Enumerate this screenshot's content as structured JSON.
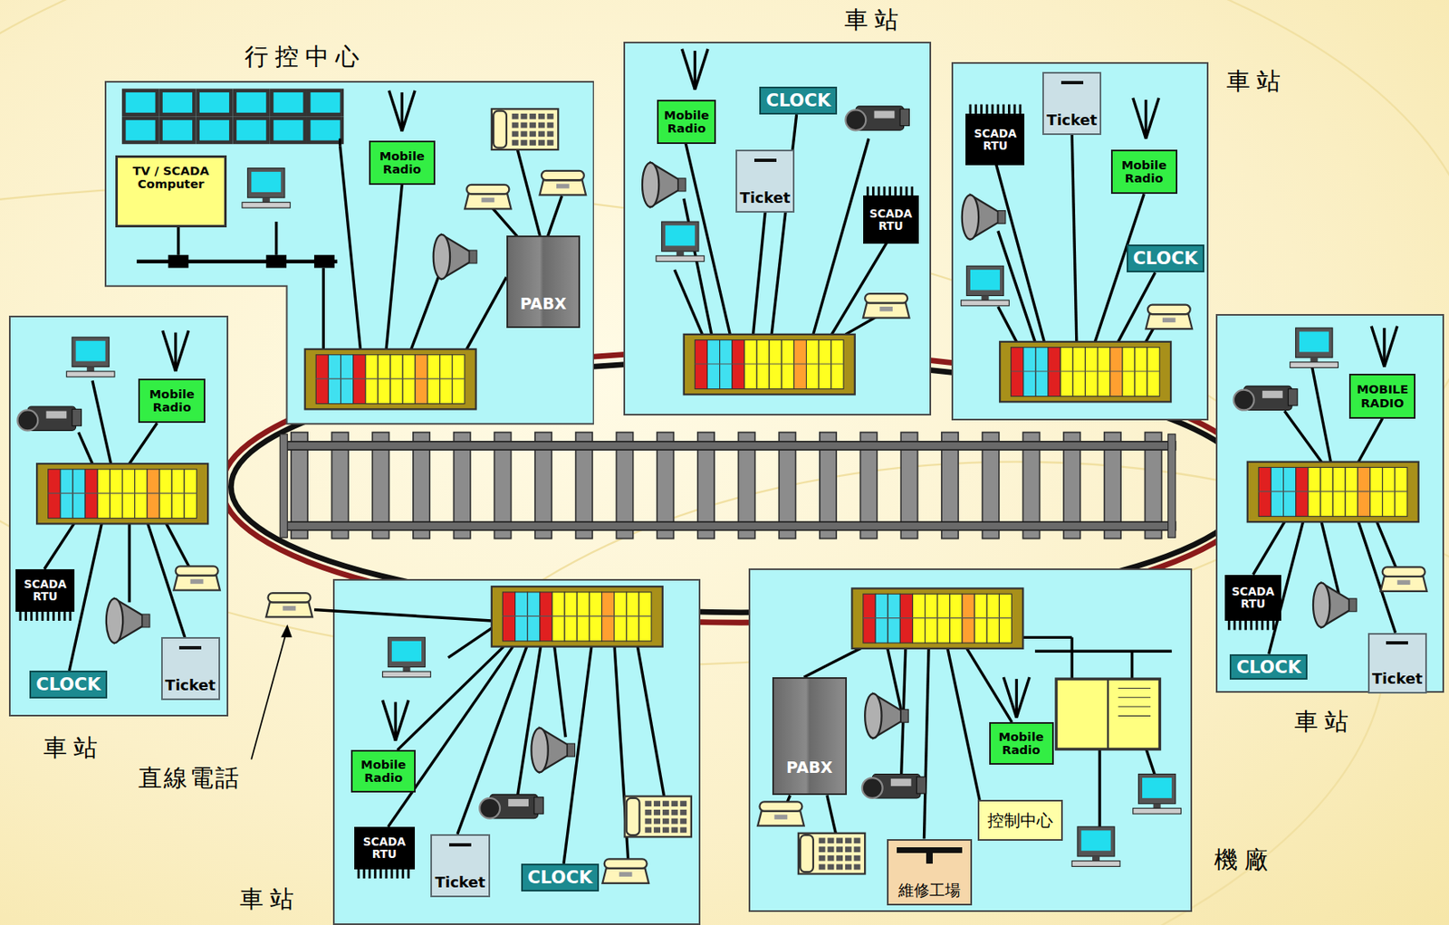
{
  "diagram": {
    "nodes": [
      {
        "text": [
          "行控中心"
        ]
      },
      {
        "text": [
          "TV / SCADA Computer"
        ],
        "in": 0
      },
      {
        "text": [
          "Mobile Radio"
        ],
        "in": 0
      },
      {
        "text": [
          "PABX"
        ],
        "in": 0
      },
      {
        "text": [
          "車站"
        ]
      },
      {
        "text": [
          "Mobile Radio"
        ],
        "in": 4
      },
      {
        "text": [
          "CLOCK"
        ],
        "in": 4
      },
      {
        "text": [
          "Ticket"
        ],
        "in": 4
      },
      {
        "text": [
          "SCADA RTU"
        ],
        "in": 4
      },
      {
        "text": [
          "車站"
        ]
      },
      {
        "text": [
          "Ticket"
        ],
        "in": 9
      },
      {
        "text": [
          "SCADA RTU"
        ],
        "in": 9
      },
      {
        "text": [
          "Mobile Radio"
        ],
        "in": 9
      },
      {
        "text": [
          "CLOCK"
        ],
        "in": 9
      },
      {
        "text": [
          "車站"
        ]
      },
      {
        "text": [
          "Mobile Radio"
        ],
        "in": 14
      },
      {
        "text": [
          "SCADA RTU"
        ],
        "in": 14
      },
      {
        "text": [
          "CLOCK"
        ],
        "in": 14
      },
      {
        "text": [
          "Ticket"
        ],
        "in": 14
      },
      {
        "text": [
          "車站"
        ]
      },
      {
        "text": [
          "MOBILE RADIO"
        ],
        "in": 19
      },
      {
        "text": [
          "SCADA RTU"
        ],
        "in": 19
      },
      {
        "text": [
          "CLOCK"
        ],
        "in": 19
      },
      {
        "text": [
          "Ticket"
        ],
        "in": 19
      },
      {
        "text": [
          "車站"
        ]
      },
      {
        "text": [
          "Mobile Radio"
        ],
        "in": 24
      },
      {
        "text": [
          "SCADA RTU"
        ],
        "in": 24
      },
      {
        "text": [
          "Ticket"
        ],
        "in": 24
      },
      {
        "text": [
          "CLOCK"
        ],
        "in": 24
      },
      {
        "text": [
          "機廠"
        ]
      },
      {
        "text": [
          "PABX"
        ],
        "in": 29
      },
      {
        "text": [
          "Mobile Radio"
        ],
        "in": 29
      },
      {
        "text": [
          "控制中心"
        ],
        "in": 29
      },
      {
        "text": [
          "維修工場"
        ],
        "in": 29
      }
    ],
    "labels": [
      "直線電話"
    ]
  }
}
